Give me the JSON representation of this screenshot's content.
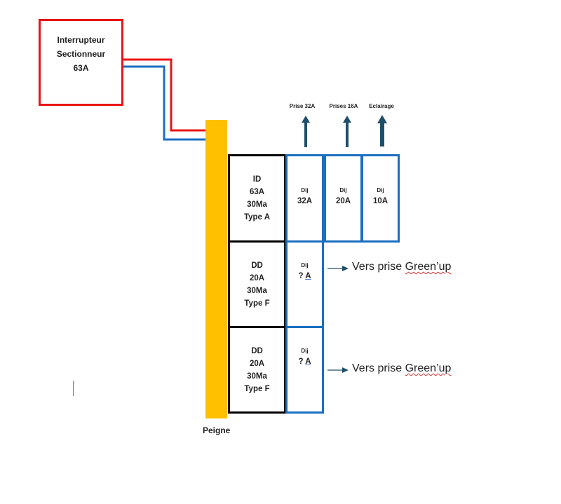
{
  "switch": {
    "lines": [
      "Interrupteur",
      "Sectionneur",
      "63A"
    ],
    "border_color": "#e81416"
  },
  "wires": {
    "phase_color": "#e81416",
    "neutral_color": "#1a6fc0"
  },
  "comb": {
    "label": "Peigne",
    "color": "#ffc000"
  },
  "protection_devices": [
    {
      "lines": [
        "ID",
        "63A",
        "30Ma",
        "Type A"
      ]
    },
    {
      "lines": [
        "DD",
        "20A",
        "30Ma",
        "Type F"
      ]
    },
    {
      "lines": [
        "DD",
        "20A",
        "30Ma",
        "Type F"
      ]
    }
  ],
  "breakers_row1": [
    {
      "type": "Dij",
      "rating": "32A",
      "circuit": "Prise 32A"
    },
    {
      "type": "Dij",
      "rating": "20A",
      "circuit": "Prises 16A"
    },
    {
      "type": "Dij",
      "rating": "10A",
      "circuit": "Eclairage"
    }
  ],
  "breakers_sub": [
    {
      "type": "Dij",
      "rating_prefix": "? ",
      "rating_unit": "A",
      "output": {
        "prefix": "Vers prise ",
        "name": "Green’up"
      }
    },
    {
      "type": "Dij",
      "rating_prefix": "? ",
      "rating_unit": "A",
      "output": {
        "prefix": "Vers prise ",
        "name": "Green’up"
      }
    }
  ],
  "colors": {
    "breaker_border": "#1a6fc0",
    "device_border": "#000000",
    "arrow": "#1f4e6b"
  }
}
